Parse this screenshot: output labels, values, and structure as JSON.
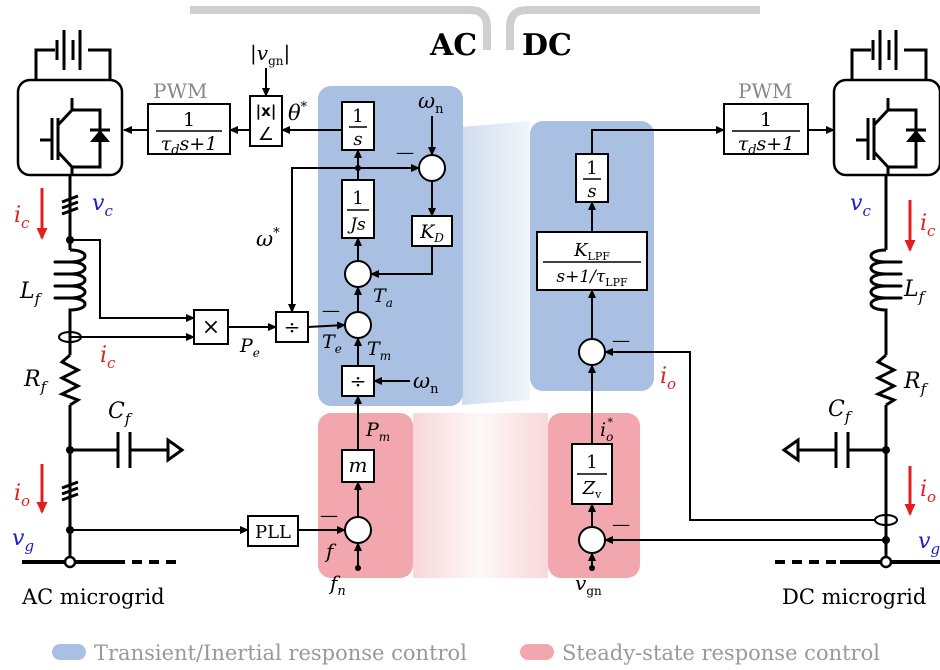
{
  "panels": {
    "ac_title": "AC",
    "dc_title": "DC"
  },
  "ac_side": {
    "pwm_label": "PWM",
    "pwm_tf_num": "1",
    "pwm_tf_den_tau": "τ",
    "pwm_tf_den_sub": "d",
    "pwm_tf_den_rest": "s+1",
    "abs_block": "|x|",
    "angle_block": "∠",
    "v_gn_abs": "v",
    "v_gn_sub": "gn",
    "theta_star": "θ",
    "star": "*",
    "int_num": "1",
    "int_den": "s",
    "omega_n": "ω",
    "omega_n_sub": "n",
    "inertia_num": "1",
    "inertia_den": "Js",
    "damping": "K",
    "damping_sub": "D",
    "omega_star": "ω",
    "Ta": "T",
    "Ta_sub": "a",
    "Te": "T",
    "Te_sub": "e",
    "Tm": "T",
    "Tm_sub": "m",
    "Pe": "P",
    "Pe_sub": "e",
    "Pm": "P",
    "Pm_sub": "m",
    "mult": "×",
    "div": "÷",
    "droop": "m",
    "pll": "PLL",
    "f": "f",
    "fn": "f",
    "fn_sub": "n",
    "minus": "—",
    "ic": "i",
    "ic_sub": "c",
    "vc": "v",
    "vc_sub": "c",
    "Lf": "L",
    "Lf_sub": "f",
    "Rf": "R",
    "Rf_sub": "f",
    "Cf": "C",
    "Cf_sub": "f",
    "io": "i",
    "io_sub": "o",
    "vg": "v",
    "vg_sub": "g",
    "grid_label": "AC microgrid"
  },
  "dc_side": {
    "pwm_label": "PWM",
    "pwm_tf_num": "1",
    "pwm_tf_den_tau": "τ",
    "pwm_tf_den_sub": "d",
    "pwm_tf_den_rest": "s+1",
    "int_num": "1",
    "int_den": "s",
    "lpf_num": "K",
    "lpf_num_sub": "LPF",
    "lpf_den": "s+1/τ",
    "lpf_den_sub": "LPF",
    "vimp_num": "1",
    "vimp_den": "Z",
    "vimp_den_sub": "v",
    "io_star": "i",
    "io_star_sub": "o",
    "star": "*",
    "v_gn": "v",
    "v_gn_sub": "gn",
    "minus": "—",
    "io": "i",
    "io_sub": "o",
    "vc": "v",
    "vc_sub": "c",
    "ic": "i",
    "ic_sub": "c",
    "Lf": "L",
    "Lf_sub": "f",
    "Rf": "R",
    "Rf_sub": "f",
    "Cf": "C",
    "Cf_sub": "f",
    "vg": "v",
    "vg_sub": "g",
    "grid_label": "DC microgrid"
  },
  "legend": {
    "transient_label": "Transient/Inertial response control",
    "steady_label": "Steady-state response control",
    "transient_color": "#a9c0e3",
    "steady_color": "#f1a7ad"
  },
  "colors": {
    "current_arrow": "#e02020",
    "voltage_label": "#1a1ad0",
    "panel_outline": "#cfcfcf"
  }
}
